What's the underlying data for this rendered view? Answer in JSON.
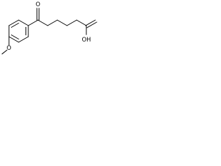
{
  "structure": {
    "atoms": {
      "carbonyl_oxygen": "O",
      "acid_group": "OH",
      "ether_oxygen": "O"
    }
  }
}
